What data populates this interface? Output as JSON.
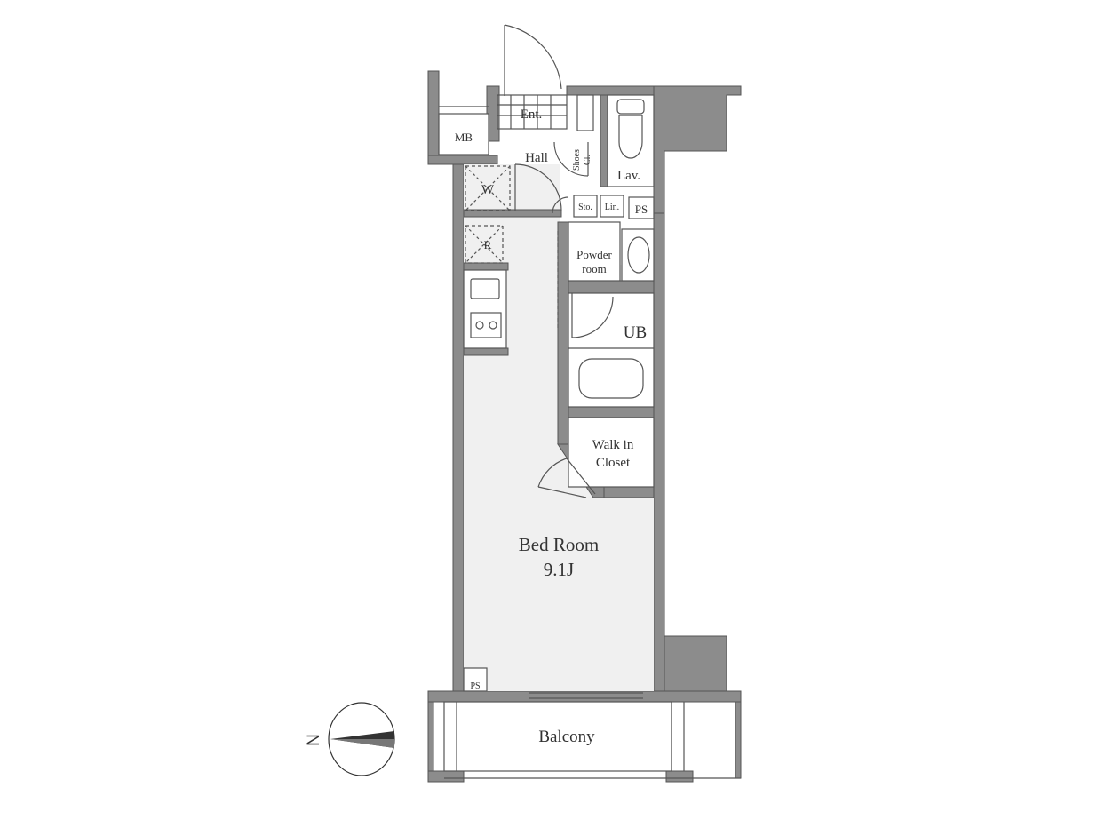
{
  "colors": {
    "wall": "#8c8c8c",
    "floor": "#f0f0f0",
    "line": "#555555",
    "background": "#ffffff"
  },
  "rooms": {
    "entrance": "Ent.",
    "hall": "Hall",
    "shoes_closet_line1": "Shoes",
    "shoes_closet_line2": "Cl.",
    "lavatory": "Lav.",
    "meter_box": "MB",
    "washer": "W",
    "refrigerator": "R",
    "storage": "Sto.",
    "linen": "Lin.",
    "pipe_space_upper": "PS",
    "powder_room_line1": "Powder",
    "powder_room_line2": "room",
    "unit_bath": "UB",
    "walk_in_closet_line1": "Walk in",
    "walk_in_closet_line2": "Closet",
    "bedroom_name": "Bed Room",
    "bedroom_size": "9.1J",
    "pipe_space_lower": "PS",
    "balcony": "Balcony"
  },
  "compass": {
    "north_label": "N",
    "icon": "north-arrow-icon"
  }
}
